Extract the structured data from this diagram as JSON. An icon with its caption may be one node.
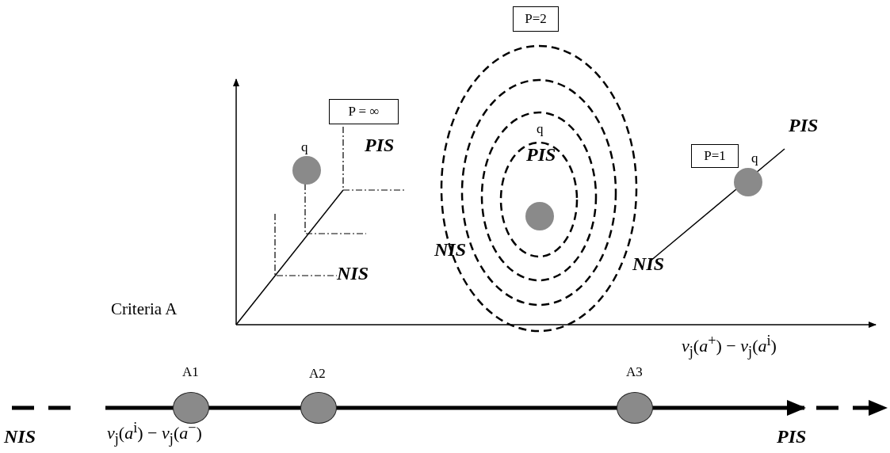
{
  "diagram": {
    "nodes": [
      {
        "text": [
          "P=2"
        ]
      },
      {
        "text": [
          "P = ∞"
        ]
      },
      {
        "text": [],
        "shape": "circle",
        "beside": [
          "q"
        ]
      },
      {
        "text": [
          "P=1"
        ]
      },
      {
        "text": [],
        "shape": "circle"
      },
      {
        "text": [],
        "shape": "circle",
        "beside": [
          "q"
        ]
      },
      {
        "text": [],
        "shape": "circle",
        "beside": [
          "A1"
        ]
      },
      {
        "text": [],
        "shape": "circle",
        "beside": [
          "A2"
        ]
      },
      {
        "text": [],
        "shape": "circle",
        "beside": [
          "A3"
        ]
      }
    ],
    "labels": [
      "PIS",
      "q",
      "PIS",
      "PIS",
      "NIS",
      "NIS",
      "NIS",
      "Criteria A",
      "*v*$_{j}$(*a*$^{+}$) − *v*$_{j}$(*a*$^{i}$)",
      "NIS",
      "*v*$_{j}$(*a*$^{i}$) − *v*$_{j}$(*a*$^{−}$)",
      "PIS"
    ]
  }
}
